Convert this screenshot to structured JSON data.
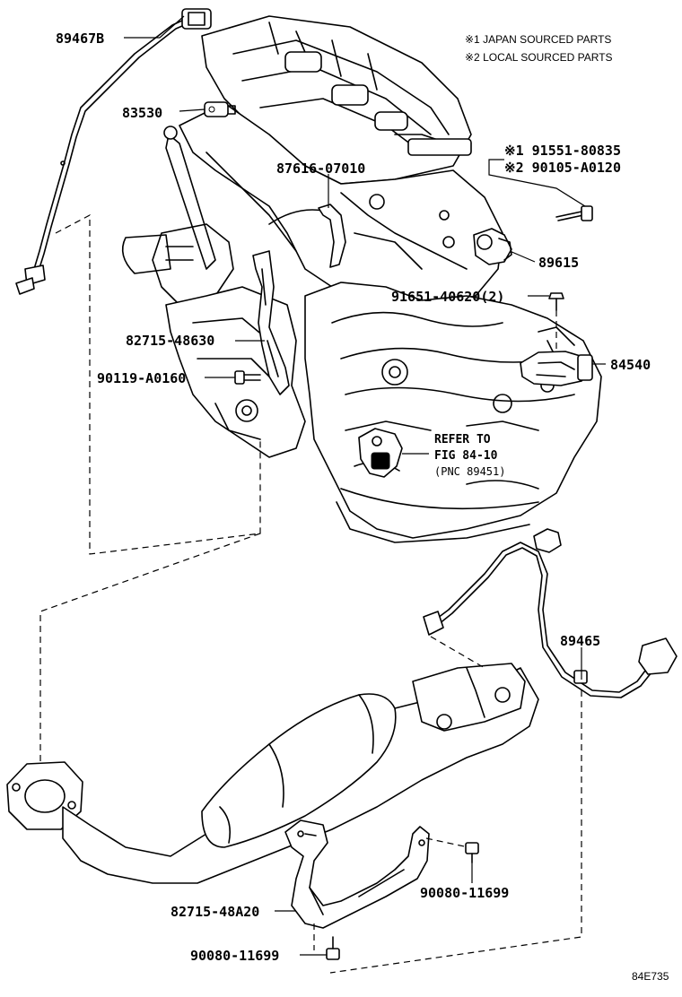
{
  "notes": {
    "japan": "※1 JAPAN SOURCED PARTS",
    "local": "※2 LOCAL SOURCED PARTS"
  },
  "parts": {
    "p89467B": "89467B",
    "p83530": "83530",
    "p87616": "87616-07010",
    "p91551": "※1 91551-80835",
    "p90105": "※2 90105-A0120",
    "p89615": "89615",
    "p91651": "91651-40620(2)",
    "p82715_48630": "82715-48630",
    "p84540": "84540",
    "p90119": "90119-A0160",
    "p89465": "89465",
    "p82715_48A20": "82715-48A20",
    "p90080_a": "90080-11699",
    "p90080_b": "90080-11699"
  },
  "reference": {
    "line1": "REFER TO",
    "line2": "FIG 84-10",
    "line3": "(PNC 89451)"
  },
  "figure_id": "84E735"
}
